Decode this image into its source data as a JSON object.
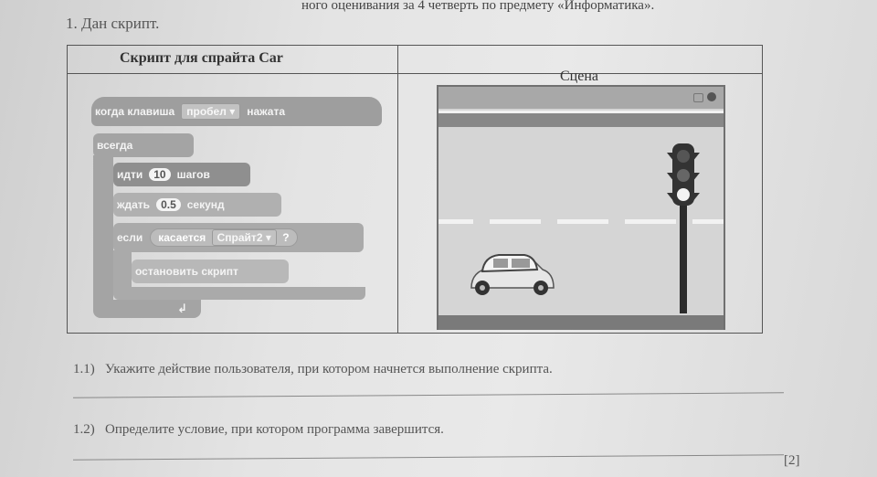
{
  "header": {
    "text": "ного оценивания за 4 четверть по предмету «Информатика».",
    "task_title": "1.   Дан скрипт."
  },
  "table": {
    "col1_head": "Скрипт для спрайта Car",
    "col2_head": "Сцена"
  },
  "script": {
    "hat": {
      "text1": "когда клавиша",
      "key": "пробел",
      "text2": "нажата"
    },
    "forever": "всегда",
    "move": {
      "text1": "идти",
      "value": "10",
      "text2": "шагов"
    },
    "wait": {
      "text1": "ждать",
      "value": "0.5",
      "text2": "секунд"
    },
    "if": {
      "text1": "если",
      "text2": "касается",
      "sprite": "Спрайт2",
      "q": "?"
    },
    "stop": "остановить скрипт"
  },
  "questions": [
    {
      "num": "1.1)",
      "text": "Укажите действие пользователя, при котором начнется выполнение скрипта."
    },
    {
      "num": "1.2)",
      "text": "Определите условие,  при котором программа завершится."
    }
  ],
  "marks": "[2]",
  "colors": {
    "block": "#a2a2a2",
    "block_dark": "#8d8d8d",
    "stage_bg": "#d5d5d5"
  }
}
